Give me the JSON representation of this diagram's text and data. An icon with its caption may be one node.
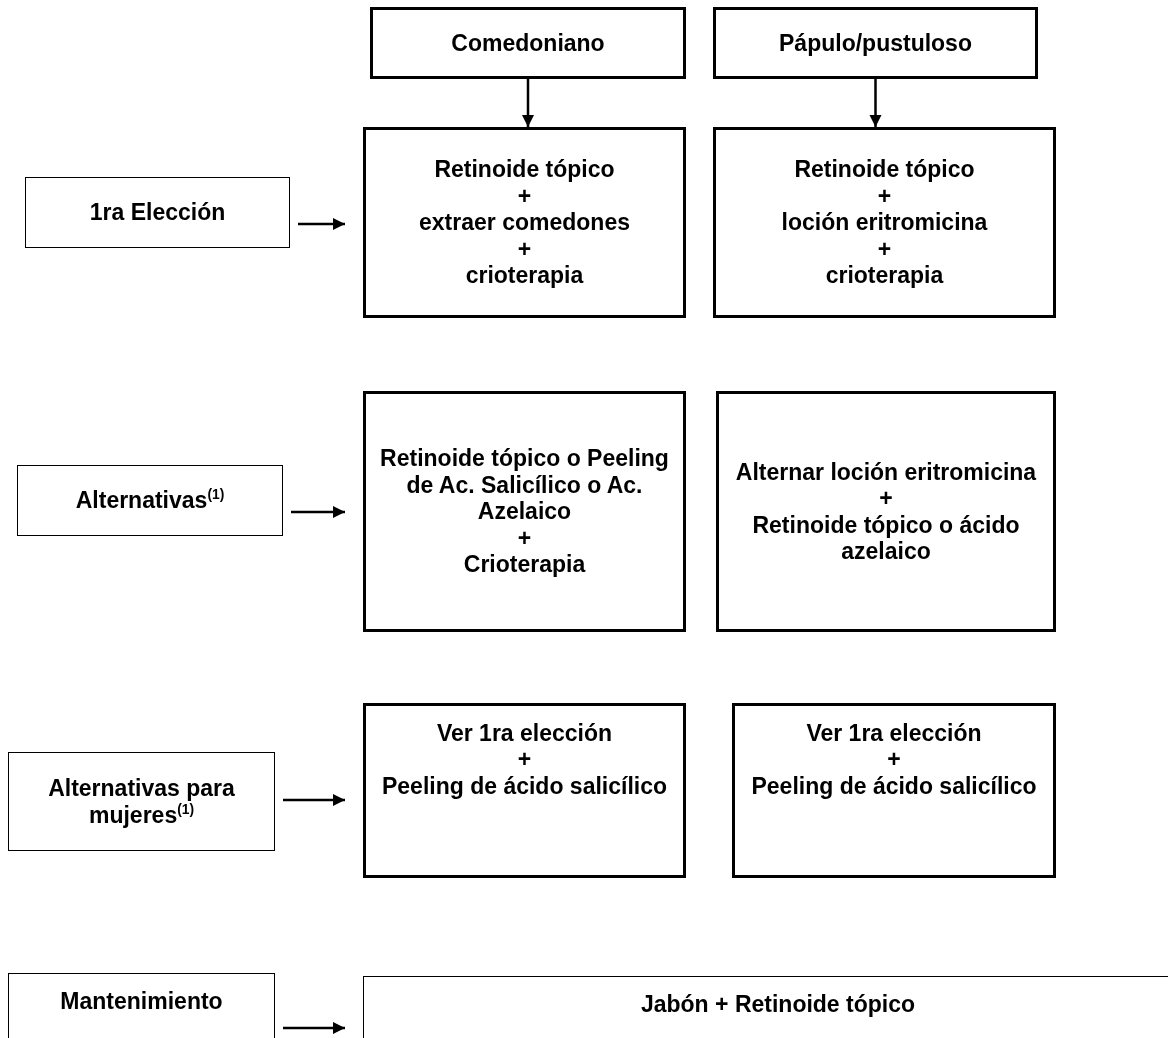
{
  "diagram": {
    "nodes": [
      {
        "text": [
          "Comedoniano"
        ]
      },
      {
        "text": [
          "Pápulo/pustuloso"
        ]
      },
      {
        "text": [
          "1ra Elección"
        ]
      },
      {
        "text": [
          "Retinoide tópico",
          "+",
          "extraer comedones",
          "+",
          "crioterapia"
        ]
      },
      {
        "text": [
          "Retinoide tópico",
          "+",
          "loción eritromicina",
          "+",
          "crioterapia"
        ]
      },
      {
        "text": [
          "Alternativas$^{(1)}$"
        ]
      },
      {
        "text": [
          "Retinoide tópico o Peeling de Ac. Salicílico o Ac.  Azelaico",
          "+",
          "Crioterapia"
        ]
      },
      {
        "text": [
          "Alternar loción eritromicina",
          "+",
          "Retinoide tópico o ácido azelaico"
        ]
      },
      {
        "text": [
          "Alternativas para mujeres$^{(1)}$"
        ]
      },
      {
        "text": [
          "Ver 1ra elección",
          "+",
          "Peeling de ácido salicílico"
        ]
      },
      {
        "text": [
          "Ver 1ra elección",
          "+",
          "Peeling de ácido salicílico"
        ]
      },
      {
        "text": [
          "Mantenimiento"
        ]
      },
      {
        "text": [
          "Jabón + Retinoide tópico"
        ]
      }
    ],
    "edges": [
      {
        "from": 0,
        "to": 3,
        "arrow": "to"
      },
      {
        "from": 1,
        "to": 4,
        "arrow": "to"
      },
      {
        "from": 2,
        "to": 3,
        "arrow": "to"
      },
      {
        "from": 5,
        "to": 6,
        "arrow": "to"
      },
      {
        "from": 8,
        "to": 9,
        "arrow": "to"
      },
      {
        "from": 11,
        "to": 12,
        "arrow": "to"
      }
    ]
  }
}
